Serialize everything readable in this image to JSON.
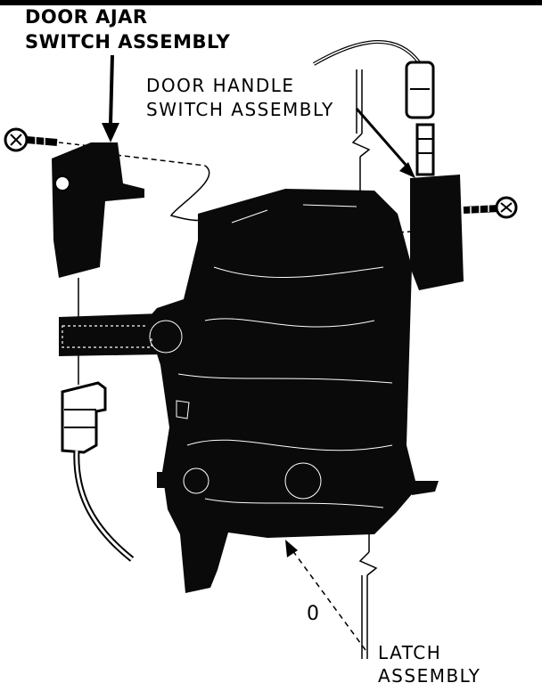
{
  "labels": {
    "door_ajar_line1": "DOOR AJAR",
    "door_ajar_line2": "SWITCH ASSEMBLY",
    "door_handle_line1": "DOOR HANDLE",
    "door_handle_line2": "SWITCH ASSEMBLY",
    "latch_line1": "LATCH",
    "latch_line2": "ASSEMBLY",
    "view_marker": "0"
  },
  "icons": [
    "screw-icon",
    "arrow-icon",
    "connector-icon"
  ],
  "colors": {
    "ink": "#000000",
    "paper": "#ffffff"
  }
}
